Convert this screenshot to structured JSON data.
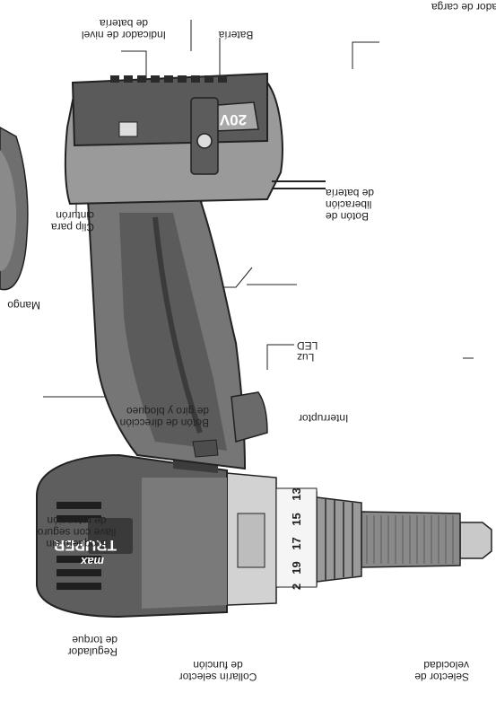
{
  "labels": {
    "speed_selector": "Selector de\nvelocidad",
    "function_collar": "Collarín selector\nde función",
    "torque_regulator": "Regulador\nde torque",
    "chuck": "Broquero sin\nllave con seguro\nde retención",
    "trigger": "Interruptor",
    "direction_button": "Botón de dirección\nde giro y bloqueo",
    "handle": "Mango",
    "led": "Luz\nLED",
    "belt_clip": "Clip para\ncinturón",
    "release_button": "Botón de\nliberación\nde batería",
    "battery": "Batería",
    "level_indicator": "Indicador de nivel\nde batería",
    "charger_indicator_partial": "ador de carga"
  },
  "brand": {
    "name": "TRUPER",
    "sub": "max"
  },
  "battery_voltage": "20V",
  "torque_numbers": [
    "13",
    "15",
    "17",
    "19",
    "2"
  ]
}
